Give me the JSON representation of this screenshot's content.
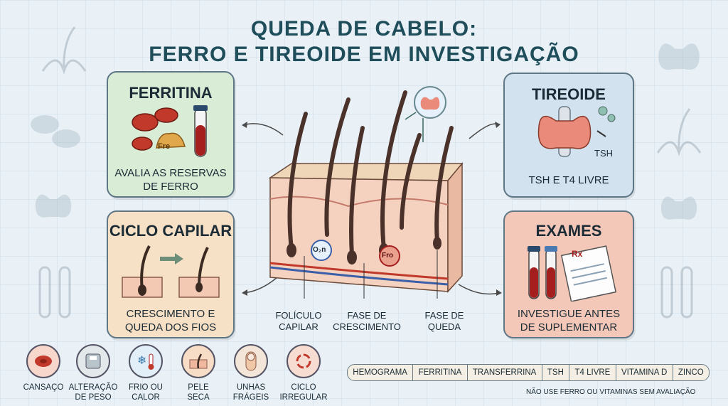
{
  "title": {
    "line1": "QUEDA DE CABELO:",
    "line2": "FERRO E TIREOIDE EM INVESTIGAÇÃO"
  },
  "cards": {
    "ferritina": {
      "heading": "FERRITINA",
      "badge": "Fre",
      "caption_l1": "AVALIA AS RESERVAS",
      "caption_l2": "DE FERRO"
    },
    "ciclo": {
      "heading": "CICLO CAPILAR",
      "caption_l1": "CRESCIMENTO E",
      "caption_l2": "QUEDA DOS FIOS"
    },
    "tireoide": {
      "heading": "TIREOIDE",
      "tsh_tag": "TSH",
      "caption_l1": "TSH E T4 LIVRE"
    },
    "exames": {
      "heading": "EXAMES",
      "rx_tag": "Rx",
      "caption_l1": "INVESTIGUE ANTES",
      "caption_l2": "DE SUPLEMENTAR"
    }
  },
  "diagram": {
    "o2_tag": "O₂n",
    "fro_tag": "Fro",
    "labels": {
      "foliculo_l1": "FOLÍCULO",
      "foliculo_l2": "CAPILAR",
      "crescimento_l1": "FASE DE",
      "crescimento_l2": "CRESCIMENTO",
      "queda_l1": "FASE DE",
      "queda_l2": "QUEDA"
    }
  },
  "symptoms": [
    {
      "l1": "CANSAÇO",
      "l2": "",
      "icon": "red-blood-cell-icon"
    },
    {
      "l1": "ALTERAÇÃO",
      "l2": "DE PESO",
      "icon": "scale-icon"
    },
    {
      "l1": "FRIO OU",
      "l2": "CALOR",
      "icon": "thermometer-snowflake-icon"
    },
    {
      "l1": "PELE",
      "l2": "SECA",
      "icon": "dry-skin-icon"
    },
    {
      "l1": "UNHAS",
      "l2": "FRÁGEIS",
      "icon": "fingernail-icon"
    },
    {
      "l1": "CICLO",
      "l2": "IRREGULAR",
      "icon": "cycle-arrows-icon"
    }
  ],
  "tests": [
    "HEMOGRAMA",
    "FERRITINA",
    "TRANSFERRINA",
    "TSH",
    "T4 LIVRE",
    "VITAMINA D",
    "ZINCO"
  ],
  "note": "NÃO USE FERRO OU VITAMINAS SEM AVALIAÇÃO",
  "colors": {
    "title": "#1f4d5a",
    "ferritina_bg": "#d9ecd6",
    "ciclo_bg": "#f7e1c6",
    "tireoide_bg": "#d3e2ef",
    "exames_bg": "#f4c8b8"
  }
}
